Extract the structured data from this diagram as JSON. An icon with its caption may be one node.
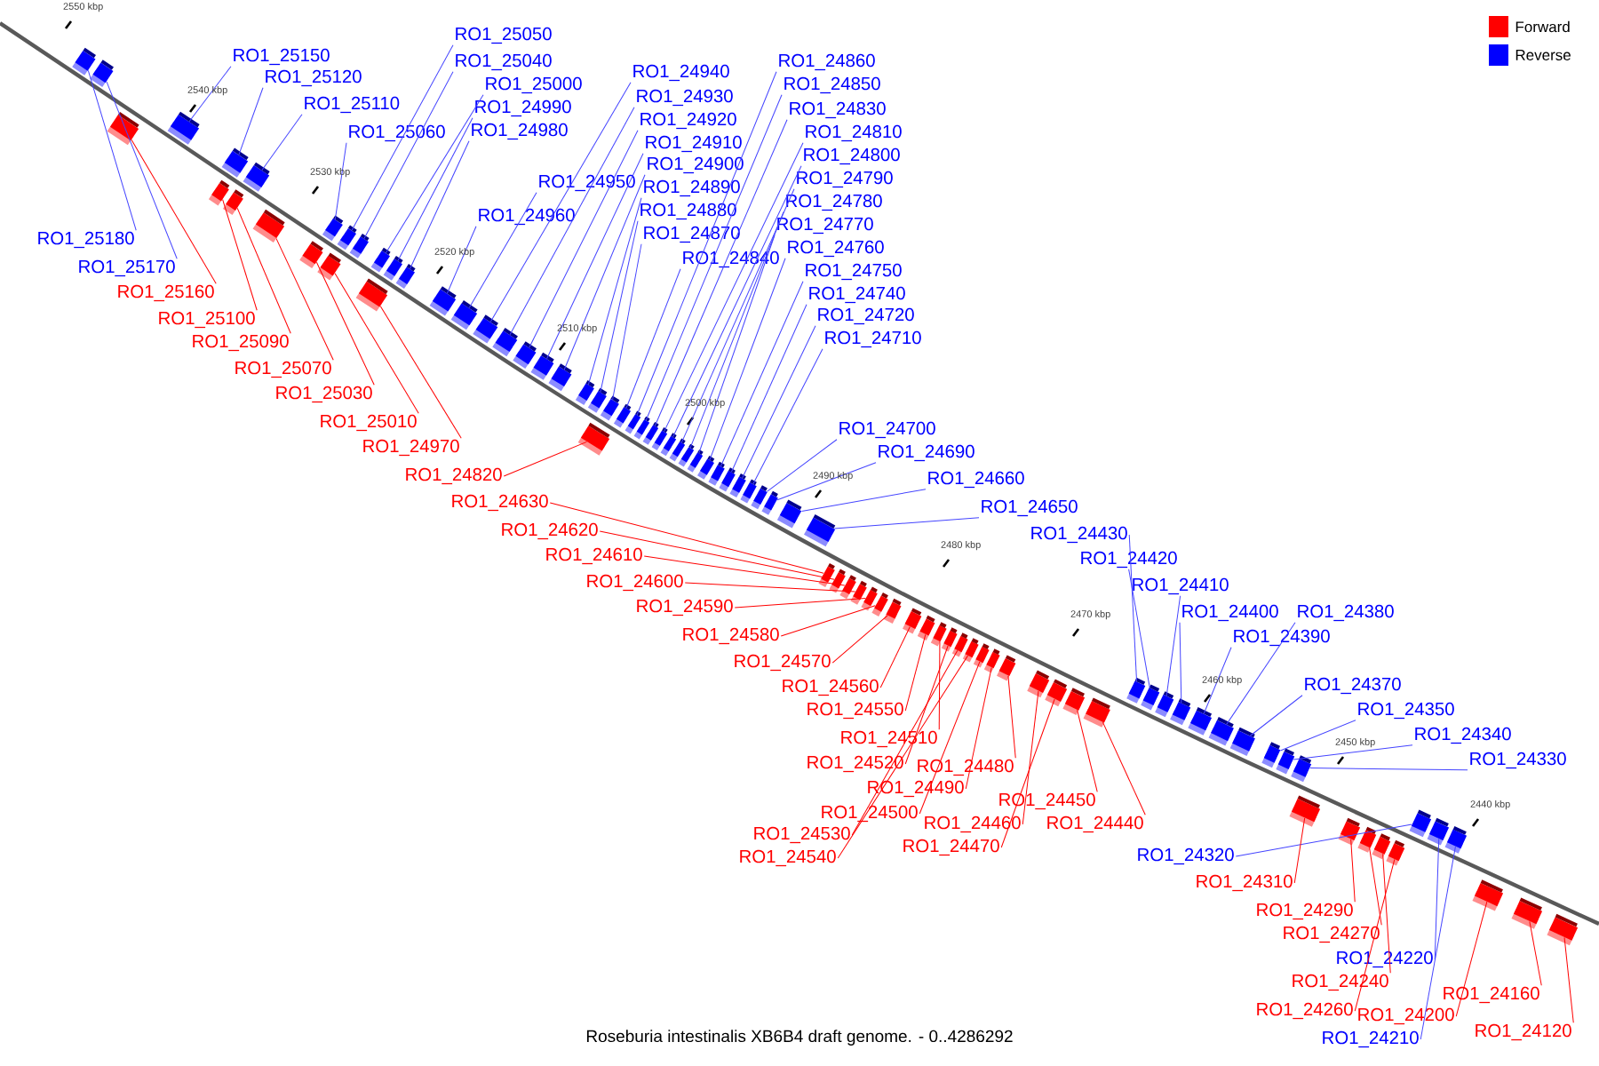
{
  "diagram": {
    "caption": "Roseburia intestinalis XB6B4 draft genome. - 0..4286292",
    "nodes": [
      {
        "text": [
          "RO1_25150"
        ]
      },
      {
        "text": [
          "RO1_25120"
        ]
      },
      {
        "text": [
          "RO1_25110"
        ]
      },
      {
        "text": [
          "RO1_25060"
        ]
      },
      {
        "text": [
          "RO1_25050"
        ]
      },
      {
        "text": [
          "RO1_25040"
        ]
      },
      {
        "text": [
          "RO1_25000"
        ]
      },
      {
        "text": [
          "RO1_24990"
        ]
      },
      {
        "text": [
          "RO1_24980"
        ]
      },
      {
        "text": [
          "RO1_24960"
        ]
      },
      {
        "text": [
          "RO1_24950"
        ]
      },
      {
        "text": [
          "RO1_24940"
        ]
      },
      {
        "text": [
          "RO1_24930"
        ]
      },
      {
        "text": [
          "RO1_24920"
        ]
      },
      {
        "text": [
          "RO1_24910"
        ]
      },
      {
        "text": [
          "RO1_24900"
        ]
      },
      {
        "text": [
          "RO1_24890"
        ]
      },
      {
        "text": [
          "RO1_24880"
        ]
      },
      {
        "text": [
          "RO1_24870"
        ]
      },
      {
        "text": [
          "RO1_24840"
        ]
      },
      {
        "text": [
          "RO1_24860"
        ]
      },
      {
        "text": [
          "RO1_24850"
        ]
      },
      {
        "text": [
          "RO1_24830"
        ]
      },
      {
        "text": [
          "RO1_24810"
        ]
      },
      {
        "text": [
          "RO1_24800"
        ]
      },
      {
        "text": [
          "RO1_24790"
        ]
      },
      {
        "text": [
          "RO1_24780"
        ]
      },
      {
        "text": [
          "RO1_24770"
        ]
      },
      {
        "text": [
          "RO1_24760"
        ]
      },
      {
        "text": [
          "RO1_24750"
        ]
      },
      {
        "text": [
          "RO1_24740"
        ]
      },
      {
        "text": [
          "RO1_24720"
        ]
      },
      {
        "text": [
          "RO1_24710"
        ]
      },
      {
        "text": [
          "RO1_24700"
        ]
      },
      {
        "text": [
          "RO1_24690"
        ]
      },
      {
        "text": [
          "RO1_24660"
        ]
      },
      {
        "text": [
          "RO1_24650"
        ]
      },
      {
        "text": [
          "RO1_24430"
        ]
      },
      {
        "text": [
          "RO1_24420"
        ]
      },
      {
        "text": [
          "RO1_24410"
        ]
      },
      {
        "text": [
          "RO1_24400"
        ]
      },
      {
        "text": [
          "RO1_24380"
        ]
      },
      {
        "text": [
          "RO1_24390"
        ]
      },
      {
        "text": [
          "RO1_24370"
        ]
      },
      {
        "text": [
          "RO1_24350"
        ]
      },
      {
        "text": [
          "RO1_24340"
        ]
      },
      {
        "text": [
          "RO1_24330"
        ]
      },
      {
        "text": [
          "RO1_25180"
        ]
      },
      {
        "text": [
          "RO1_25170"
        ]
      },
      {
        "text": [
          "RO1_25160"
        ]
      },
      {
        "text": [
          "RO1_25100"
        ]
      },
      {
        "text": [
          "RO1_25090"
        ]
      },
      {
        "text": [
          "RO1_25070"
        ]
      },
      {
        "text": [
          "RO1_25030"
        ]
      },
      {
        "text": [
          "RO1_25010"
        ]
      },
      {
        "text": [
          "RO1_24970"
        ]
      },
      {
        "text": [
          "RO1_24820"
        ]
      },
      {
        "text": [
          "RO1_24630"
        ]
      },
      {
        "text": [
          "RO1_24620"
        ]
      },
      {
        "text": [
          "RO1_24610"
        ]
      },
      {
        "text": [
          "RO1_24600"
        ]
      },
      {
        "text": [
          "RO1_24590"
        ]
      },
      {
        "text": [
          "RO1_24580"
        ]
      },
      {
        "text": [
          "RO1_24570"
        ]
      },
      {
        "text": [
          "RO1_24560"
        ]
      },
      {
        "text": [
          "RO1_24550"
        ]
      },
      {
        "text": [
          "RO1_24510"
        ]
      },
      {
        "text": [
          "RO1_24520"
        ]
      },
      {
        "text": [
          "RO1_24480"
        ]
      },
      {
        "text": [
          "RO1_24490"
        ]
      },
      {
        "text": [
          "RO1_24450"
        ]
      },
      {
        "text": [
          "RO1_24500"
        ]
      },
      {
        "text": [
          "RO1_24460"
        ]
      },
      {
        "text": [
          "RO1_24440"
        ]
      },
      {
        "text": [
          "RO1_24530"
        ]
      },
      {
        "text": [
          "RO1_24470"
        ]
      },
      {
        "text": [
          "RO1_24540"
        ]
      },
      {
        "text": [
          "RO1_24320"
        ]
      },
      {
        "text": [
          "RO1_24310"
        ]
      },
      {
        "text": [
          "RO1_24290"
        ]
      },
      {
        "text": [
          "RO1_24270"
        ]
      },
      {
        "text": [
          "RO1_24220"
        ]
      },
      {
        "text": [
          "RO1_24240"
        ]
      },
      {
        "text": [
          "RO1_24160"
        ]
      },
      {
        "text": [
          "RO1_24260"
        ]
      },
      {
        "text": [
          "RO1_24200"
        ]
      },
      {
        "text": [
          "RO1_24120"
        ]
      },
      {
        "text": [
          "RO1_24210"
        ]
      },
      {
        "text": [],
        "shape": "box"
      },
      {
        "text": [],
        "shape": "box"
      },
      {
        "text": [],
        "shape": "box"
      },
      {
        "text": [],
        "shape": "box"
      },
      {
        "text": [],
        "shape": "box"
      },
      {
        "text": [],
        "shape": "box"
      },
      {
        "text": [],
        "shape": "box"
      },
      {
        "text": [],
        "shape": "box"
      },
      {
        "text": [],
        "shape": "box"
      },
      {
        "text": [],
        "shape": "box"
      },
      {
        "text": [],
        "shape": "box"
      },
      {
        "text": [],
        "shape": "box"
      },
      {
        "text": [],
        "shape": "box"
      },
      {
        "text": [],
        "shape": "box"
      },
      {
        "text": [],
        "shape": "box"
      },
      {
        "text": [],
        "shape": "box"
      },
      {
        "text": [],
        "shape": "box"
      },
      {
        "text": [],
        "shape": "box"
      },
      {
        "text": [],
        "shape": "box"
      },
      {
        "text": [],
        "shape": "box"
      },
      {
        "text": [],
        "shape": "box"
      },
      {
        "text": [],
        "shape": "box"
      },
      {
        "text": [],
        "shape": "box"
      },
      {
        "text": [],
        "shape": "box"
      },
      {
        "text": [],
        "shape": "box"
      },
      {
        "text": [],
        "shape": "box"
      },
      {
        "text": [],
        "shape": "box"
      },
      {
        "text": [],
        "shape": "box"
      },
      {
        "text": [],
        "shape": "box"
      },
      {
        "text": [],
        "shape": "box"
      },
      {
        "text": [],
        "shape": "box"
      },
      {
        "text": [],
        "shape": "box"
      },
      {
        "text": [],
        "shape": "box"
      },
      {
        "text": [],
        "shape": "box"
      },
      {
        "text": [],
        "shape": "box"
      },
      {
        "text": [],
        "shape": "box"
      },
      {
        "text": [],
        "shape": "box"
      },
      {
        "text": [],
        "shape": "box"
      },
      {
        "text": [],
        "shape": "box"
      },
      {
        "text": [],
        "shape": "box"
      },
      {
        "text": [],
        "shape": "box"
      },
      {
        "text": [],
        "shape": "box"
      },
      {
        "text": [],
        "shape": "box"
      },
      {
        "text": [],
        "shape": "box"
      },
      {
        "text": [],
        "shape": "box"
      },
      {
        "text": [],
        "shape": "box"
      },
      {
        "text": [],
        "shape": "box"
      },
      {
        "text": [],
        "shape": "box"
      },
      {
        "text": [],
        "shape": "box"
      },
      {
        "text": [],
        "shape": "box"
      },
      {
        "text": [],
        "shape": "box"
      },
      {
        "text": [],
        "shape": "box"
      },
      {
        "text": [],
        "shape": "box"
      },
      {
        "text": [],
        "shape": "box"
      },
      {
        "text": [],
        "shape": "box"
      },
      {
        "text": [],
        "shape": "box"
      },
      {
        "text": [],
        "shape": "box"
      },
      {
        "text": [],
        "shape": "box"
      },
      {
        "text": [],
        "shape": "box"
      },
      {
        "text": [],
        "shape": "box"
      },
      {
        "text": [],
        "shape": "box"
      },
      {
        "text": [],
        "shape": "box"
      },
      {
        "text": [],
        "shape": "box"
      },
      {
        "text": [],
        "shape": "box"
      },
      {
        "text": [],
        "shape": "box"
      },
      {
        "text": [],
        "shape": "box"
      },
      {
        "text": [],
        "shape": "box"
      },
      {
        "text": [],
        "shape": "box"
      },
      {
        "text": [],
        "shape": "box"
      },
      {
        "text": [],
        "shape": "box"
      },
      {
        "text": [],
        "shape": "box"
      },
      {
        "text": [],
        "shape": "box"
      },
      {
        "text": [],
        "shape": "box"
      },
      {
        "text": [],
        "shape": "box"
      },
      {
        "text": [],
        "shape": "box"
      },
      {
        "text": [],
        "shape": "box"
      },
      {
        "text": [],
        "shape": "box"
      },
      {
        "text": [],
        "shape": "box"
      },
      {
        "text": [],
        "shape": "box"
      },
      {
        "text": [],
        "shape": "box"
      },
      {
        "text": [],
        "shape": "box"
      },
      {
        "text": [],
        "shape": "box"
      },
      {
        "text": [],
        "shape": "box"
      },
      {
        "text": [],
        "shape": "box"
      },
      {
        "text": [],
        "shape": "box"
      },
      {
        "text": [],
        "shape": "box"
      },
      {
        "text": [],
        "shape": "box"
      },
      {
        "text": [],
        "shape": "box"
      }
    ],
    "edges": [
      {
        "from": 0,
        "to": 91,
        "arrow": "none"
      },
      {
        "from": 1,
        "to": 94,
        "arrow": "none"
      },
      {
        "from": 2,
        "to": 95,
        "arrow": "none"
      },
      {
        "from": 3,
        "to": 99,
        "arrow": "none"
      },
      {
        "from": 4,
        "to": 100,
        "arrow": "none"
      },
      {
        "from": 5,
        "to": 101,
        "arrow": "none"
      },
      {
        "from": 6,
        "to": 103,
        "arrow": "none"
      },
      {
        "from": 7,
        "to": 104,
        "arrow": "none"
      },
      {
        "from": 8,
        "to": 105,
        "arrow": "none"
      },
      {
        "from": 9,
        "to": 106,
        "arrow": "none"
      },
      {
        "from": 10,
        "to": 107,
        "arrow": "none"
      },
      {
        "from": 11,
        "to": 108,
        "arrow": "none"
      },
      {
        "from": 12,
        "to": 109,
        "arrow": "none"
      },
      {
        "from": 13,
        "to": 110,
        "arrow": "none"
      },
      {
        "from": 14,
        "to": 111,
        "arrow": "none"
      },
      {
        "from": 15,
        "to": 112,
        "arrow": "none"
      },
      {
        "from": 16,
        "to": 113,
        "arrow": "none"
      },
      {
        "from": 17,
        "to": 115,
        "arrow": "none"
      },
      {
        "from": 18,
        "to": 116,
        "arrow": "none"
      },
      {
        "from": 19,
        "to": 117,
        "arrow": "none"
      },
      {
        "from": 20,
        "to": 118,
        "arrow": "none"
      },
      {
        "from": 21,
        "to": 119,
        "arrow": "none"
      },
      {
        "from": 22,
        "to": 120,
        "arrow": "none"
      },
      {
        "from": 23,
        "to": 121,
        "arrow": "none"
      },
      {
        "from": 24,
        "to": 122,
        "arrow": "none"
      },
      {
        "from": 25,
        "to": 123,
        "arrow": "none"
      },
      {
        "from": 26,
        "to": 124,
        "arrow": "none"
      },
      {
        "from": 27,
        "to": 125,
        "arrow": "none"
      },
      {
        "from": 28,
        "to": 126,
        "arrow": "none"
      },
      {
        "from": 29,
        "to": 127,
        "arrow": "none"
      },
      {
        "from": 30,
        "to": 128,
        "arrow": "none"
      },
      {
        "from": 31,
        "to": 129,
        "arrow": "none"
      },
      {
        "from": 32,
        "to": 130,
        "arrow": "none"
      },
      {
        "from": 33,
        "to": 131,
        "arrow": "none"
      },
      {
        "from": 34,
        "to": 132,
        "arrow": "none"
      },
      {
        "from": 35,
        "to": 133,
        "arrow": "none"
      },
      {
        "from": 36,
        "to": 134,
        "arrow": "none"
      },
      {
        "from": 37,
        "to": 155,
        "arrow": "none"
      },
      {
        "from": 38,
        "to": 156,
        "arrow": "none"
      },
      {
        "from": 39,
        "to": 157,
        "arrow": "none"
      },
      {
        "from": 40,
        "to": 158,
        "arrow": "none"
      },
      {
        "from": 41,
        "to": 160,
        "arrow": "none"
      },
      {
        "from": 42,
        "to": 159,
        "arrow": "none"
      },
      {
        "from": 43,
        "to": 161,
        "arrow": "none"
      },
      {
        "from": 44,
        "to": 162,
        "arrow": "none"
      },
      {
        "from": 45,
        "to": 163,
        "arrow": "none"
      },
      {
        "from": 46,
        "to": 164,
        "arrow": "none"
      },
      {
        "from": 47,
        "to": 88,
        "arrow": "none"
      },
      {
        "from": 48,
        "to": 89,
        "arrow": "none"
      },
      {
        "from": 49,
        "to": 90,
        "arrow": "none",
        "color": "#ff0000"
      },
      {
        "from": 50,
        "to": 92,
        "arrow": "none",
        "color": "#ff0000"
      },
      {
        "from": 51,
        "to": 93,
        "arrow": "none",
        "color": "#ff0000"
      },
      {
        "from": 52,
        "to": 96,
        "arrow": "none",
        "color": "#ff0000"
      },
      {
        "from": 53,
        "to": 97,
        "arrow": "none",
        "color": "#ff0000"
      },
      {
        "from": 54,
        "to": 98,
        "arrow": "none",
        "color": "#ff0000"
      },
      {
        "from": 55,
        "to": 102,
        "arrow": "none",
        "color": "#ff0000"
      },
      {
        "from": 56,
        "to": 114,
        "arrow": "none",
        "color": "#ff0000"
      },
      {
        "from": 57,
        "to": 135,
        "arrow": "none",
        "color": "#ff0000"
      },
      {
        "from": 58,
        "to": 136,
        "arrow": "none",
        "color": "#ff0000"
      },
      {
        "from": 59,
        "to": 137,
        "arrow": "none",
        "color": "#ff0000"
      },
      {
        "from": 60,
        "to": 138,
        "arrow": "none",
        "color": "#ff0000"
      },
      {
        "from": 61,
        "to": 139,
        "arrow": "none",
        "color": "#ff0000"
      },
      {
        "from": 62,
        "to": 140,
        "arrow": "none",
        "color": "#ff0000"
      },
      {
        "from": 63,
        "to": 141,
        "arrow": "none",
        "color": "#ff0000"
      },
      {
        "from": 64,
        "to": 142,
        "arrow": "none",
        "color": "#ff0000"
      },
      {
        "from": 65,
        "to": 143,
        "arrow": "none",
        "color": "#ff0000"
      },
      {
        "from": 66,
        "to": 144,
        "arrow": "none",
        "color": "#ff0000"
      },
      {
        "from": 67,
        "to": 145,
        "arrow": "none",
        "color": "#ff0000"
      },
      {
        "from": 68,
        "to": 150,
        "arrow": "none",
        "color": "#ff0000"
      },
      {
        "from": 69,
        "to": 149,
        "arrow": "none",
        "color": "#ff0000"
      },
      {
        "from": 70,
        "to": 153,
        "arrow": "none",
        "color": "#ff0000"
      },
      {
        "from": 71,
        "to": 148,
        "arrow": "none",
        "color": "#ff0000"
      },
      {
        "from": 72,
        "to": 151,
        "arrow": "none",
        "color": "#ff0000"
      },
      {
        "from": 73,
        "to": 154,
        "arrow": "none",
        "color": "#ff0000"
      },
      {
        "from": 74,
        "to": 146,
        "arrow": "none",
        "color": "#ff0000"
      },
      {
        "from": 75,
        "to": 152,
        "arrow": "none",
        "color": "#ff0000"
      },
      {
        "from": 76,
        "to": 147,
        "arrow": "none",
        "color": "#ff0000"
      },
      {
        "from": 77,
        "to": 170,
        "arrow": "none"
      },
      {
        "from": 78,
        "to": 165,
        "arrow": "none",
        "color": "#ff0000"
      },
      {
        "from": 79,
        "to": 166,
        "arrow": "none",
        "color": "#ff0000"
      },
      {
        "from": 80,
        "to": 167,
        "arrow": "none",
        "color": "#ff0000"
      },
      {
        "from": 81,
        "to": 171,
        "arrow": "none"
      },
      {
        "from": 82,
        "to": 168,
        "arrow": "none",
        "color": "#ff0000"
      },
      {
        "from": 83,
        "to": 174,
        "arrow": "none",
        "color": "#ff0000"
      },
      {
        "from": 84,
        "to": 169,
        "arrow": "none",
        "color": "#ff0000"
      },
      {
        "from": 85,
        "to": 173,
        "arrow": "none",
        "color": "#ff0000"
      },
      {
        "from": 86,
        "to": 175,
        "arrow": "none",
        "color": "#ff0000"
      },
      {
        "from": 87,
        "to": 172,
        "arrow": "none"
      }
    ],
    "labels": [
      "2550 kbp",
      "2540 kbp",
      "2530 kbp",
      "2520 kbp",
      "2510 kbp",
      "2500 kbp",
      "2490 kbp",
      "2480 kbp",
      "2470 kbp",
      "2460 kbp",
      "2450 kbp",
      "2440 kbp"
    ],
    "legend": [
      {
        "text": "Forward",
        "color": "#ff0000"
      },
      {
        "text": "Reverse",
        "color": "#0000ff"
      }
    ]
  }
}
